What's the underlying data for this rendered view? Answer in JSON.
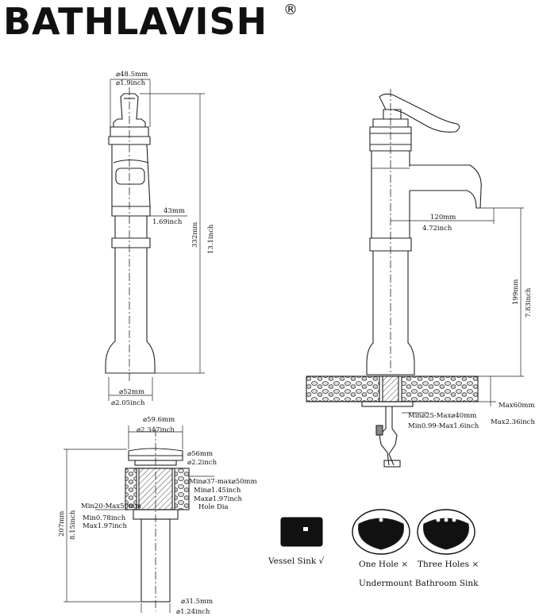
{
  "brand": {
    "name": "BATHLAVISH",
    "reg": "®"
  },
  "faucet_front": {
    "top_mm": "⌀48.5mm",
    "top_in": "⌀1.9inch",
    "spout_mm": "43mm",
    "spout_in": "1.69inch",
    "height_mm": "332mm",
    "height_in": "13.1inch",
    "base_mm": "⌀52mm",
    "base_in": "⌀2.05inch"
  },
  "faucet_side": {
    "reach_mm": "120mm",
    "reach_in": "4.72inch",
    "spout_h_mm": "199mm",
    "spout_h_in": "7.83inch",
    "deck_mm": "Max60mm",
    "deck_in": "Max2.36inch",
    "hole_mm": "Min⌀25-Max⌀40mm",
    "hole_in": "Min0.99-Max1.6inch"
  },
  "drain": {
    "top_mm": "⌀59.6mm",
    "top_in": "⌀2.347inch",
    "cap_mm": "⌀56mm",
    "cap_in": "⌀2.2inch",
    "hole_mm": "Min⌀37-max⌀50mm",
    "hole_min_in": "Min⌀1.45inch",
    "hole_max_in": "Max⌀1.97inch",
    "hole_label": "Hole Dia",
    "thick_mm": "Min20-Max50mm",
    "thick_min_in": "Min0.78inch",
    "thick_max_in": "Max1.97inch",
    "height_mm": "207mm",
    "height_in": "8.15inch",
    "pipe_mm": "⌀31.5mm",
    "pipe_in": "⌀1.24inch"
  },
  "sinks": {
    "vessel": "Vessel Sink √",
    "one_hole": "One Hole ×",
    "three_holes": "Three Holes ×",
    "undermount": "Undermount Bathroom Sink"
  }
}
